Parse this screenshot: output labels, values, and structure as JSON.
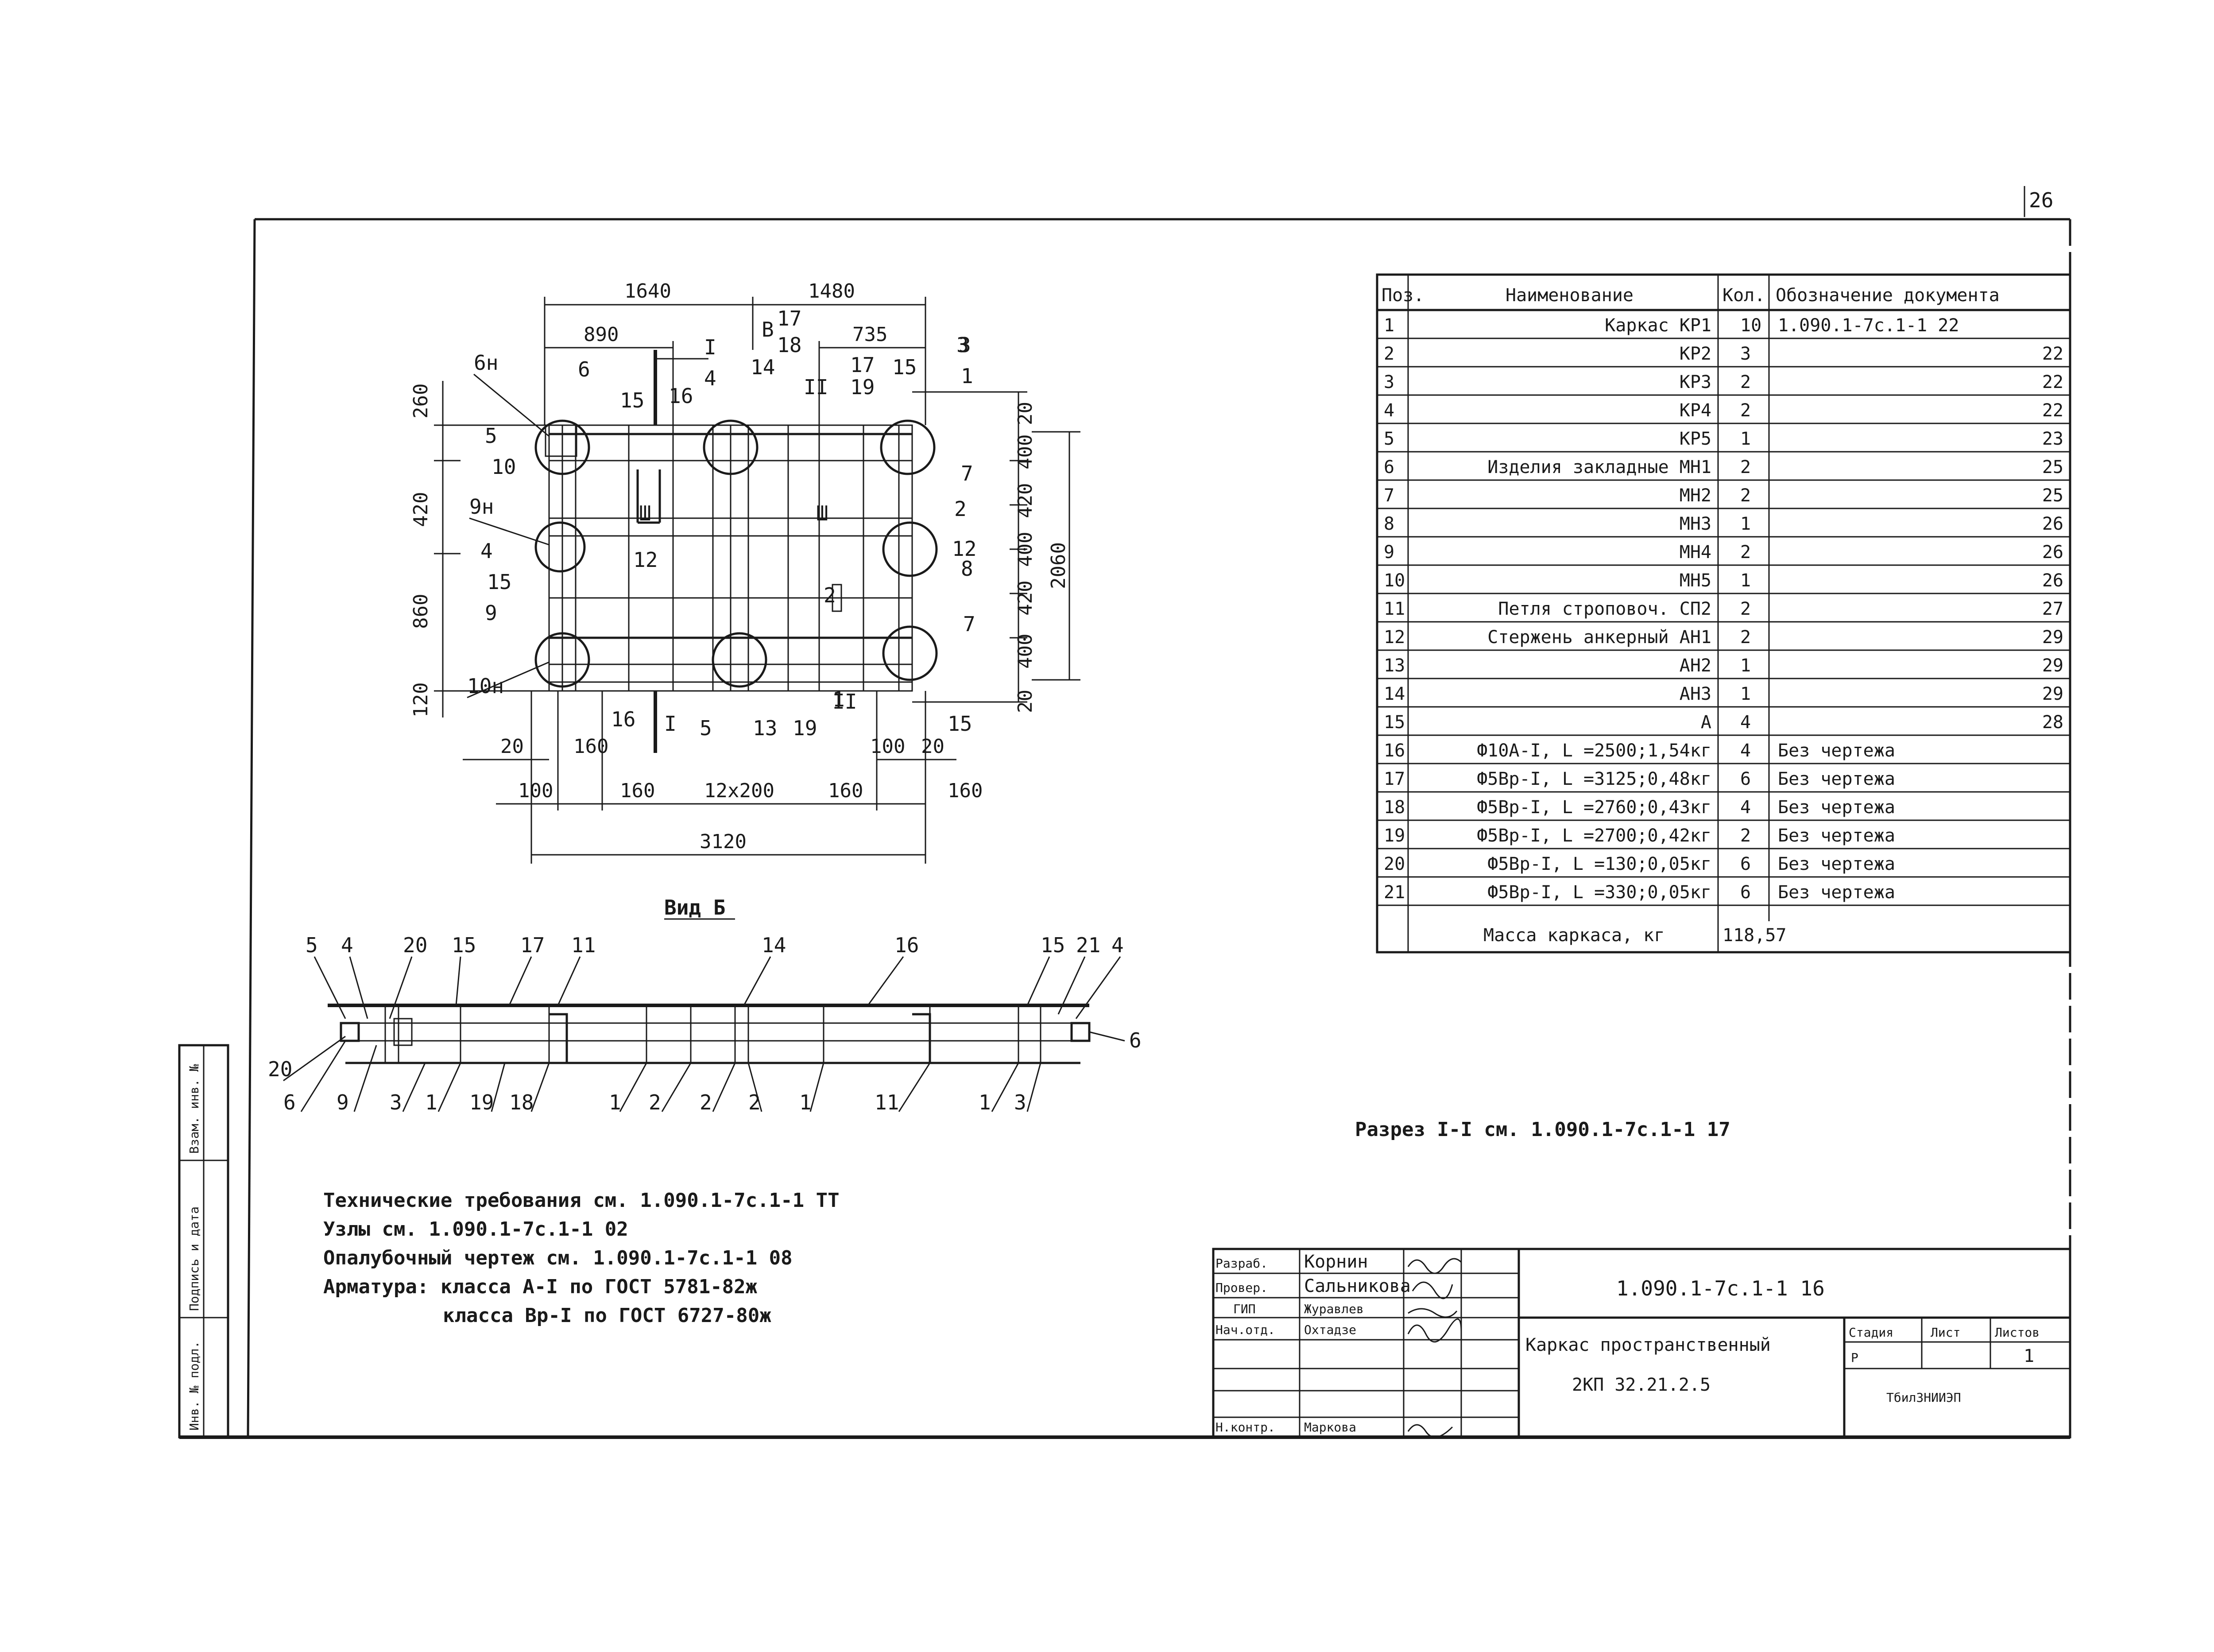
{
  "sheet_number": "26",
  "plan": {
    "dims_top": [
      "1640",
      "1480",
      "890",
      "735"
    ],
    "dims_bottom": [
      "20",
      "160",
      "160",
      "100",
      "20",
      "100",
      "160",
      "12x200",
      "160",
      "3120"
    ],
    "dims_left": [
      "260",
      "420",
      "860",
      "120"
    ],
    "dims_right": [
      "20",
      "400",
      "420",
      "400",
      "420",
      "400",
      "20",
      "2060"
    ],
    "section_marks": [
      "I",
      "I",
      "II",
      "II",
      "B"
    ],
    "tags": [
      "6н",
      "9н",
      "10н",
      "Ш",
      "Ш"
    ],
    "callouts": [
      "6",
      "3",
      "15",
      "16",
      "4",
      "14",
      "17",
      "18",
      "17",
      "19",
      "15",
      "3",
      "1",
      "5",
      "10",
      "4",
      "15",
      "9",
      "12",
      "7",
      "2",
      "12",
      "8",
      "2",
      "7",
      "16",
      "5",
      "13",
      "19",
      "1",
      "15"
    ]
  },
  "view_b": {
    "title": "Вид Б",
    "top_callouts": [
      "5",
      "4",
      "20",
      "15",
      "17",
      "11",
      "14",
      "16",
      "15",
      "21",
      "4"
    ],
    "bottom_callouts": [
      "20",
      "6",
      "9",
      "3",
      "1",
      "19",
      "18",
      "1",
      "2",
      "2",
      "2",
      "1",
      "11",
      "1",
      "3",
      "6"
    ]
  },
  "spec": {
    "headers": [
      "Поз.",
      "Наименование",
      "Кол.",
      "Обозначение документа"
    ],
    "rows": [
      [
        "1",
        "Каркас  КР1",
        "10",
        "1.090.1-7с.1-1 22"
      ],
      [
        "2",
        "КР2",
        "3",
        "22"
      ],
      [
        "3",
        "КР3",
        "2",
        "22"
      ],
      [
        "4",
        "КР4",
        "2",
        "22"
      ],
      [
        "5",
        "КР5",
        "1",
        "23"
      ],
      [
        "6",
        "Изделия закладные  МН1",
        "2",
        "25"
      ],
      [
        "7",
        "МН2",
        "2",
        "25"
      ],
      [
        "8",
        "МН3",
        "1",
        "26"
      ],
      [
        "9",
        "МН4",
        "2",
        "26"
      ],
      [
        "10",
        "МН5",
        "1",
        "26"
      ],
      [
        "11",
        "Петля строповоч.  СП2",
        "2",
        "27"
      ],
      [
        "12",
        "Стержень анкерный  АН1",
        "2",
        "29"
      ],
      [
        "13",
        "АН2",
        "1",
        "29"
      ],
      [
        "14",
        "АН3",
        "1",
        "29"
      ],
      [
        "15",
        "А",
        "4",
        "28"
      ],
      [
        "16",
        "Ф10А-I, L =2500;1,54кг",
        "4",
        "Без чертежа"
      ],
      [
        "17",
        "Ф5Вр-I, L =3125;0,48кг",
        "6",
        "Без чертежа"
      ],
      [
        "18",
        "Ф5Вр-I, L =2760;0,43кг",
        "4",
        "Без чертежа"
      ],
      [
        "19",
        "Ф5Вр-I, L =2700;0,42кг",
        "2",
        "Без чертежа"
      ],
      [
        "20",
        "Ф5Вр-I, L =130;0,05кг",
        "6",
        "Без чертежа"
      ],
      [
        "21",
        "Ф5Вр-I, L =330;0,05кг",
        "6",
        "Без чертежа"
      ]
    ],
    "mass_label": "Масса каркаса, кг",
    "mass_value": "118,57"
  },
  "section_note": "Разрез  I-I см. 1.090.1-7с.1-1 17",
  "notes": [
    "Технические требования см. 1.090.1-7с.1-1 ТТ",
    "Узлы см. 1.090.1-7с.1-1 02",
    "Опалубочный чертеж см. 1.090.1-7с.1-1 08",
    "Арматура: класса А-I по ГОСТ 5781-82ж",
    "класса Вр-I по ГОСТ 6727-80ж"
  ],
  "side_stamp": [
    "Инв. № подл.",
    "Подпись и дата",
    "Взам. инв. №"
  ],
  "title_block": {
    "roles": [
      "Разраб.",
      "Провер.",
      "ГИП",
      "Нач.отд.",
      "Н.контр."
    ],
    "names": [
      "Корнин",
      "Сальникова",
      "Журавлев",
      "Охтадзе",
      "Маркова"
    ],
    "designation": "1.090.1-7с.1-1 16",
    "product_name": "Каркас пространственный",
    "product_code": "2КП 32.21.2.5",
    "stage_label": "Стадия",
    "sheet_label": "Лист",
    "sheets_label": "Листов",
    "stage_value": "Р",
    "sheets_value": "1",
    "org": "ТбилЗНИИЭП"
  }
}
